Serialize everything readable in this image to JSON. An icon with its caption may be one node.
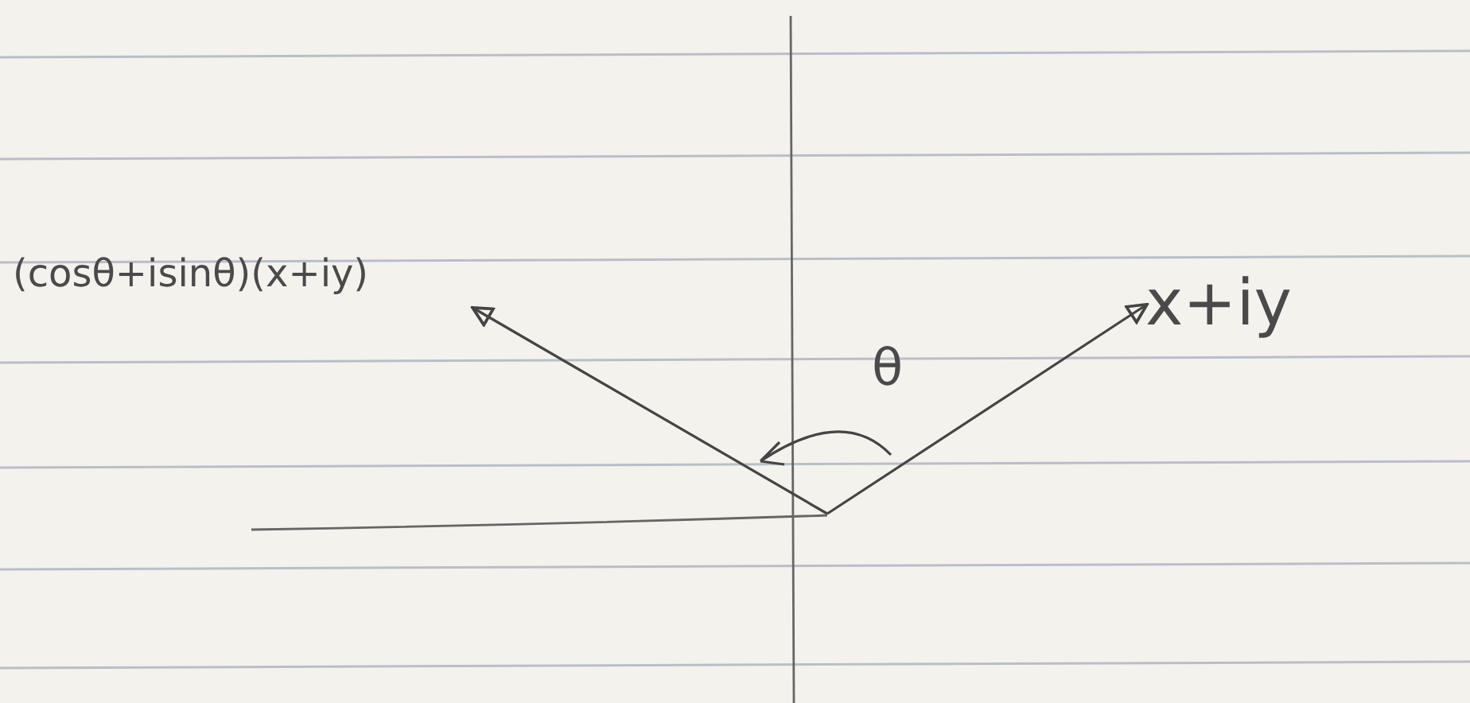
{
  "diagram": {
    "nodes": [
      {
        "text": [
          "(cosθ+isinθ)(x+iy)"
        ]
      },
      {
        "text": [
          "x+iy"
        ]
      }
    ],
    "edges": [
      {
        "from": null,
        "to": 0,
        "arrow": "to"
      },
      {
        "from": null,
        "to": 1,
        "arrow": "to"
      }
    ],
    "labels": [
      "θ"
    ]
  }
}
